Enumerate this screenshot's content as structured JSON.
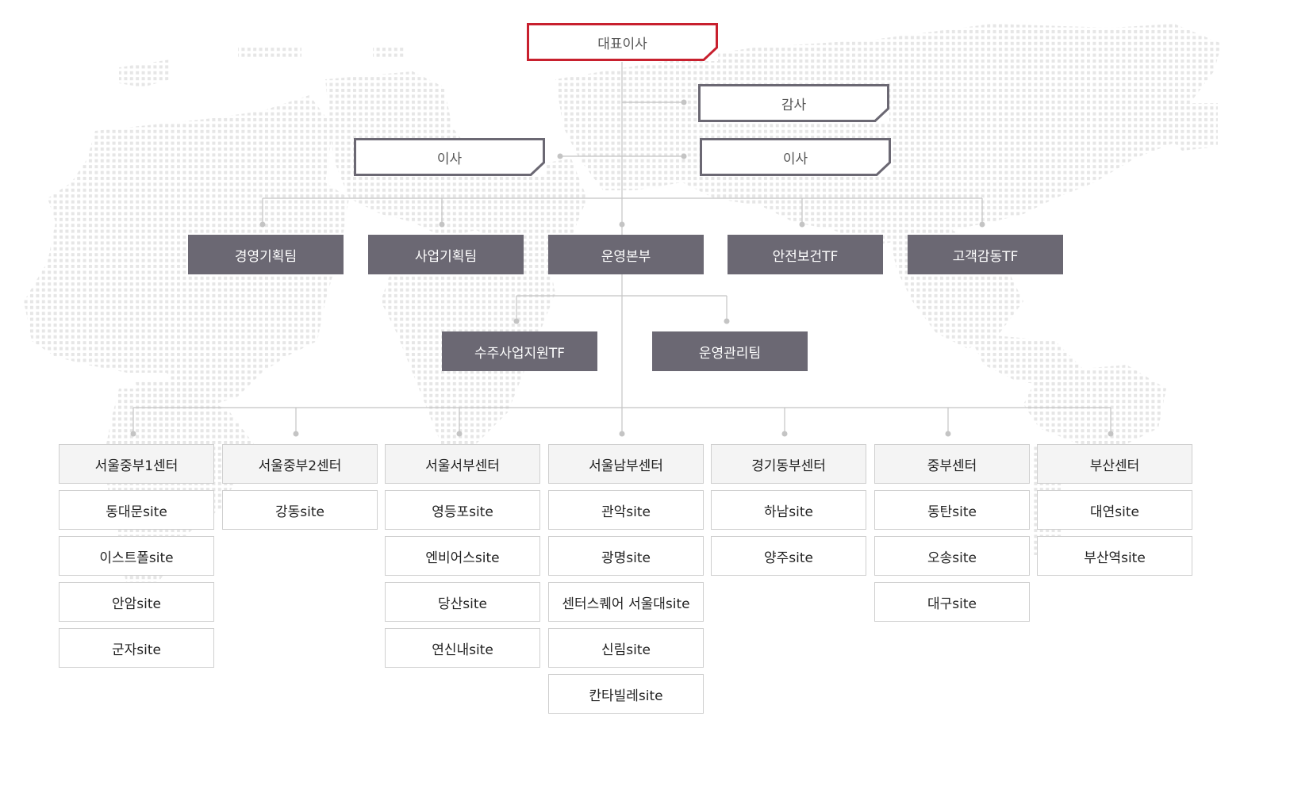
{
  "colors": {
    "ceo_border": "#c8202e",
    "exec_border": "#6b6873",
    "dept_fill": "#6b6873",
    "center_fill": "#f4f4f4",
    "line": "#c4c4c4",
    "map_dot": "#e6e6e6"
  },
  "org": {
    "ceo": "대표이사",
    "auditor": "감사",
    "director_left": "이사",
    "director_right": "이사",
    "departments": [
      "경영기획팀",
      "사업기획팀",
      "운영본부",
      "안전보건TF",
      "고객감동TF"
    ],
    "sub_departments": [
      "수주사업지원TF",
      "운영관리팀"
    ],
    "centers": [
      {
        "name": "서울중부1센터",
        "sites": [
          "동대문site",
          "이스트폴site",
          "안암site",
          "군자site"
        ]
      },
      {
        "name": "서울중부2센터",
        "sites": [
          "강동site"
        ]
      },
      {
        "name": "서울서부센터",
        "sites": [
          "영등포site",
          "엔비어스site",
          "당산site",
          "연신내site"
        ]
      },
      {
        "name": "서울남부센터",
        "sites": [
          "관악site",
          "광명site",
          "센터스퀘어 서울대site",
          "신림site",
          "칸타빌레site"
        ]
      },
      {
        "name": "경기동부센터",
        "sites": [
          "하남site",
          "양주site"
        ]
      },
      {
        "name": "중부센터",
        "sites": [
          "동탄site",
          "오송site",
          "대구site"
        ]
      },
      {
        "name": "부산센터",
        "sites": [
          "대연site",
          "부산역site"
        ]
      }
    ]
  }
}
